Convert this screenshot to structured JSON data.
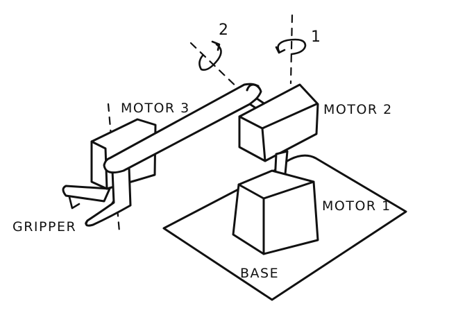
{
  "labels": {
    "motor1": "MOTOR 1",
    "motor2": "MOTOR 2",
    "motor3": "MOTOR 3",
    "gripper": "GRIPPER",
    "base": "BASE",
    "axis1": "1",
    "axis2": "2"
  },
  "colors": {
    "ink": "#111111",
    "paper": "#ffffff"
  }
}
